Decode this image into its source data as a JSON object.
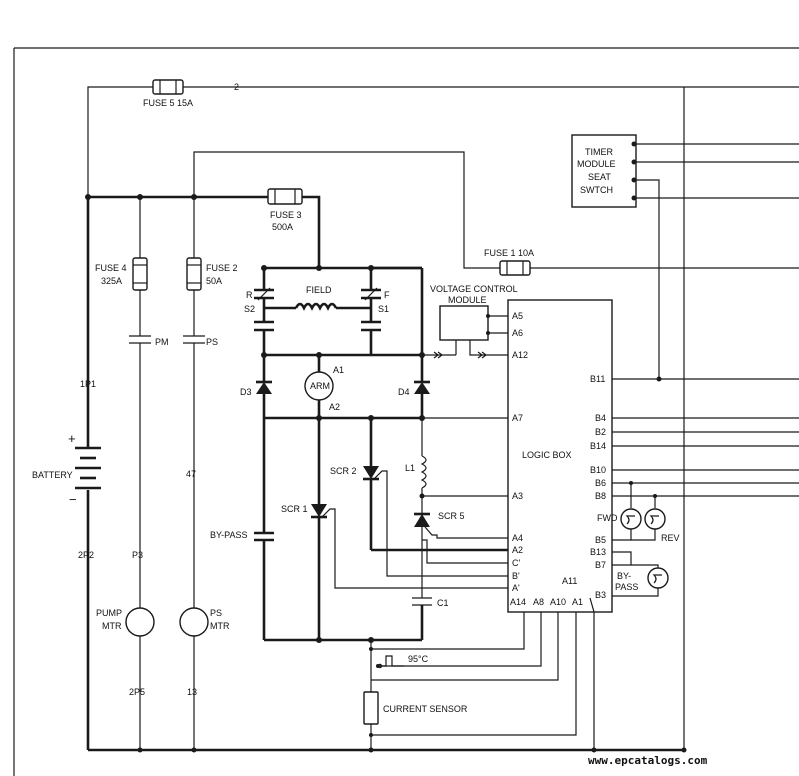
{
  "labels": {
    "fuse5": "FUSE 5  15A",
    "wire2": "2",
    "fuse3": "FUSE 3",
    "fuse3_rating": "500A",
    "fuse4": "FUSE 4",
    "fuse4_rating": "325A",
    "fuse2": "FUSE 2",
    "fuse2_rating": "50A",
    "fuse1": "FUSE 1  10A",
    "timer": "TIMER",
    "module": "MODULE",
    "seat": "SEAT",
    "switch": "SWTCH",
    "vcm_line1": "VOLTAGE CONTROL",
    "vcm_line2": "MODULE",
    "field": "FIELD",
    "r": "R",
    "s2": "S2",
    "f": "F",
    "s1": "S1",
    "pm": "PM",
    "ps": "PS",
    "a1": "A1",
    "arm": "ARM",
    "a2": "A2",
    "d3": "D3",
    "d4": "D4",
    "p1": "1P1",
    "battery": "BATTERY",
    "plus": "+",
    "minus": "−",
    "n47": "47",
    "l1": "L1",
    "scr2": "SCR 2",
    "scr1": "SCR 1",
    "scr5": "SCR 5",
    "bypass": "BY-PASS",
    "p2": "2P2",
    "p3": "P3",
    "pump": "PUMP",
    "mtr": "MTR",
    "ps_motor": "PS",
    "ps_mtr": "MTR",
    "c1": "C1",
    "temp": "95°C",
    "p5": "2P5",
    "n13": "13",
    "current_sensor": "CURRENT SENSOR",
    "logic_box": "LOGIC BOX",
    "fwd": "FWD",
    "rev": "REV",
    "by": "BY-",
    "pass": "PASS",
    "a11": "A11",
    "watermark": "www.epcatalogs.com"
  },
  "pins_left": [
    "A5",
    "A6",
    "A12",
    "A7",
    "A3",
    "A4",
    "A2",
    "C'",
    "B'",
    "A'"
  ],
  "pins_bottom": [
    "A14",
    "A8",
    "A10",
    "A1"
  ],
  "pins_right": [
    "B11",
    "B4",
    "B2",
    "B14",
    "B10",
    "B6",
    "B8",
    "B5",
    "B13",
    "B7",
    "B3"
  ]
}
